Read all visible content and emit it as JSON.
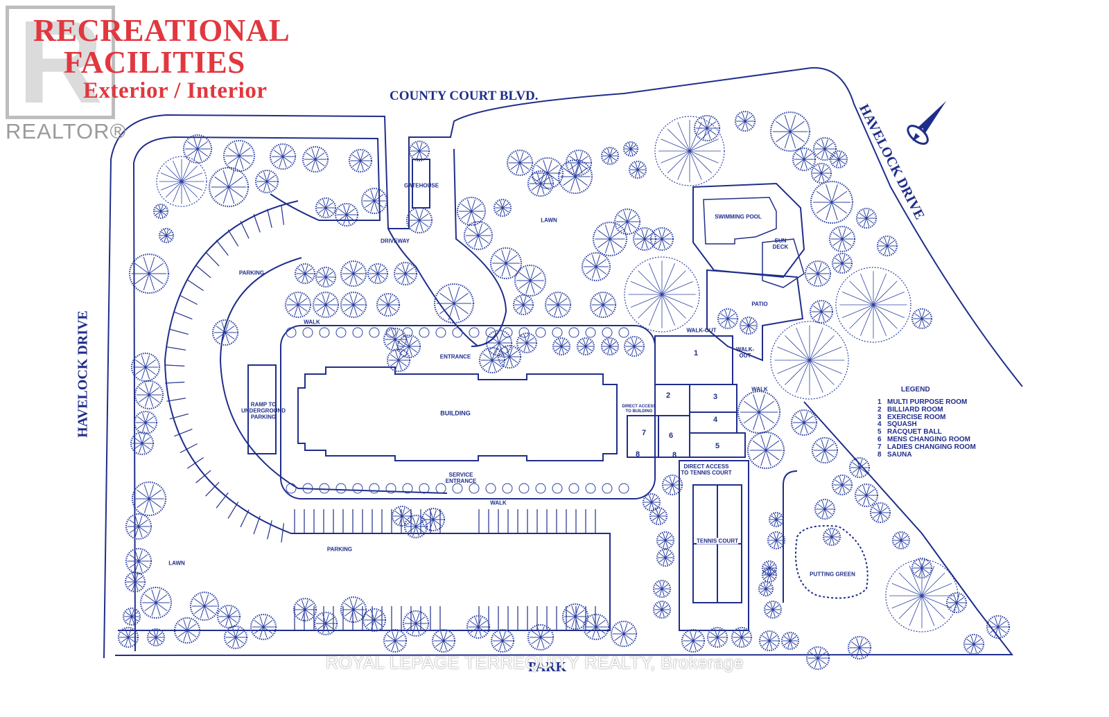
{
  "title": {
    "line1": "RECREATIONAL",
    "line2": "FACILITIES",
    "line3": "Exterior / Interior"
  },
  "logo": {
    "mark": "R",
    "wordmark": "REALTOR®"
  },
  "watermark": "ROYAL LEPAGE TERREQUITY REALTY, Brokerage",
  "roads": {
    "county_court": "COUNTY COURT BLVD.",
    "havelock_left": "HAVELOCK DRIVE",
    "havelock_right": "HAVELOCK DRIVE",
    "park": "PARK"
  },
  "labels": {
    "gatehouse": "GATEHOUSE",
    "lawn_north": "LAWN",
    "driveway": "DRIVEWAY",
    "parking_north": "PARKING",
    "swimming_pool": "SWIMMING POOL",
    "sun_deck": "SUN DECK",
    "patio": "PATIO",
    "walk_out_top": "WALK-OUT",
    "walk_out_side": "WALK-OUT",
    "walk_north": "WALK",
    "entrance": "ENTRANCE",
    "building": "BUILDING",
    "direct_access_building": "DIRECT ACCESS TO BUILDING",
    "ramp": "RAMP TO UNDERGROUND PARKING",
    "walk_east": "WALK",
    "service_entrance": "SERVICE ENTRANCE",
    "walk_south": "WALK",
    "direct_access_tennis": "DIRECT ACCESS TO TENNIS COURT",
    "tennis_court": "TENNIS COURT",
    "parking_south": "PARKING",
    "lawn_south": "LAWN",
    "putting_green": "PUTTING GREEN"
  },
  "room_numbers": [
    "1",
    "2",
    "3",
    "4",
    "5",
    "6",
    "7",
    "8",
    "8"
  ],
  "legend": {
    "heading": "LEGEND",
    "items": [
      {
        "num": "1",
        "label": "MULTI PURPOSE ROOM"
      },
      {
        "num": "2",
        "label": "BILLIARD ROOM"
      },
      {
        "num": "3",
        "label": "EXERCISE ROOM"
      },
      {
        "num": "4",
        "label": "SQUASH"
      },
      {
        "num": "5",
        "label": "RACQUET BALL"
      },
      {
        "num": "6",
        "label": "MENS CHANGING ROOM"
      },
      {
        "num": "7",
        "label": "LADIES CHANGING ROOM"
      },
      {
        "num": "8",
        "label": "SAUNA"
      }
    ]
  },
  "colors": {
    "ink": "#1f2d8a",
    "title_red": "#e1373f",
    "tree": "#2a3fa0",
    "watermark_grey": "#9a9a9a"
  },
  "icons": {
    "north_arrow": "compass-arrow-icon"
  }
}
